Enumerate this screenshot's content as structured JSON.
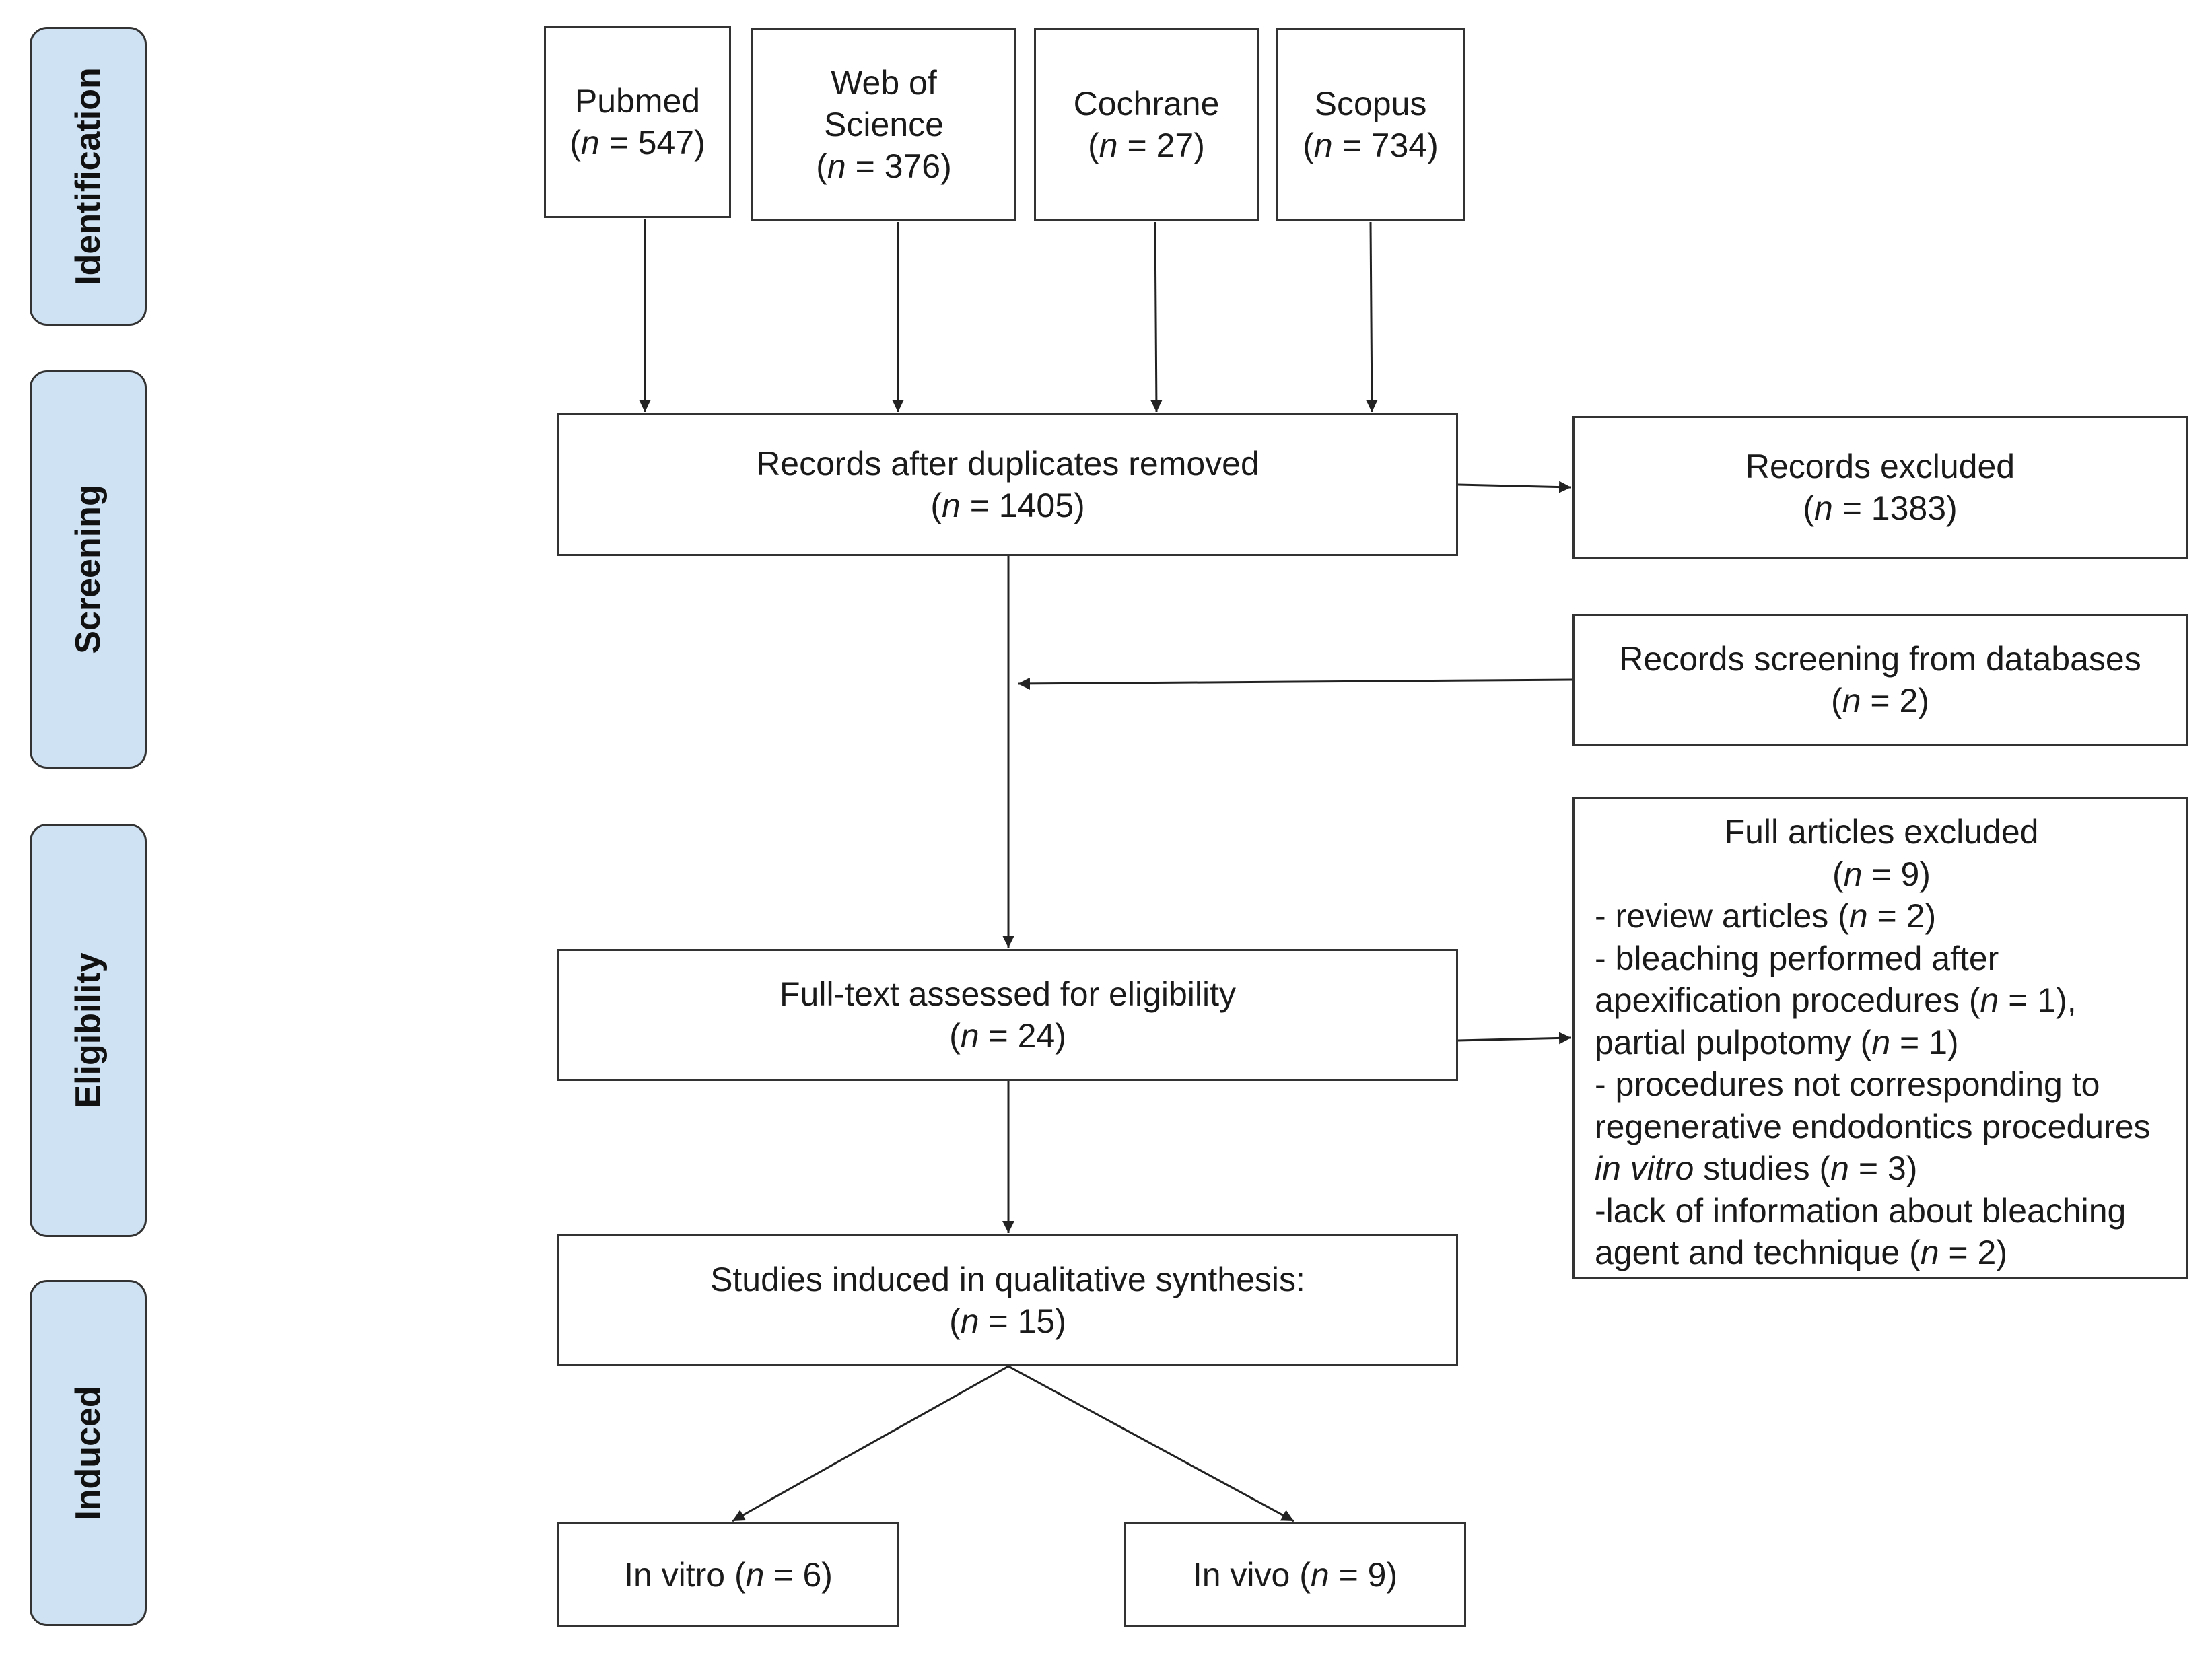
{
  "phases": [
    {
      "id": "identification",
      "label": "Identification"
    },
    {
      "id": "screening",
      "label": "Screening"
    },
    {
      "id": "eligibility",
      "label": "Eligibility"
    },
    {
      "id": "induced",
      "label": "Induced"
    }
  ],
  "sources": {
    "pubmed": {
      "title": "Pubmed",
      "n_open": "(",
      "n_var": "n",
      "n_rest": " = 547)"
    },
    "wos": {
      "title1": "Web of",
      "title2": "Science",
      "n_open": "(",
      "n_var": "n",
      "n_rest": " = 376)"
    },
    "cochrane": {
      "title": "Cochrane",
      "n_open": "(",
      "n_var": "n",
      "n_rest": " = 27)"
    },
    "scopus": {
      "title": "Scopus",
      "n_open": "(",
      "n_var": "n",
      "n_rest": " = 734)"
    }
  },
  "records_after_duplicates": {
    "title": "Records after duplicates removed",
    "n_open": "(",
    "n_var": "n",
    "n_rest": " = 1405)"
  },
  "records_excluded": {
    "title": "Records excluded",
    "n_open": "(",
    "n_var": "n",
    "n_rest": " = 1383)"
  },
  "records_screening": {
    "title": "Records screening from databases",
    "n_open": "(",
    "n_var": "n",
    "n_rest": " = 2)"
  },
  "fulltext": {
    "title": "Full-text assessed for eligibility",
    "n_open": "(",
    "n_var": "n",
    "n_rest": " = 24)"
  },
  "full_excluded": {
    "title": "Full articles excluded",
    "n_open": "(",
    "n_var": "n",
    "n_rest": " = 9)",
    "line_review_a": "- review articles (",
    "line_review_n": "n",
    "line_review_b": " = 2)",
    "line_bleach1": "- bleaching performed after",
    "line_apex_a": "apexification procedures (",
    "line_apex_n": "n",
    "line_apex_b": " = 1),",
    "line_partial_a": "partial pulpotomy (",
    "line_partial_n": "n",
    "line_partial_b": " = 1)",
    "line_proc1": "- procedures not corresponding to",
    "line_proc2": "regenerative endodontics procedures",
    "line_invitro_a": "in vitro",
    "line_invitro_b": " studies (",
    "line_invitro_n": "n",
    "line_invitro_c": " = 3)",
    "line_lack1": "-lack of information about bleaching",
    "line_lack_a": "agent and technique  (",
    "line_lack_n": "n",
    "line_lack_b": " = 2)"
  },
  "studies_included": {
    "title": "Studies induced in qualitative synthesis:",
    "n_open": "(",
    "n_var": "n",
    "n_rest": " = 15)"
  },
  "in_vitro": {
    "label_a": "In vitro (",
    "n_var": "n",
    "label_b": " = 6)"
  },
  "in_vivo": {
    "label_a": "In vivo (",
    "n_var": "n",
    "label_b": " = 9)"
  }
}
